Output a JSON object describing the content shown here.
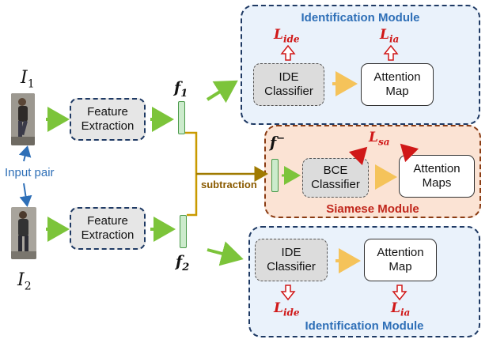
{
  "inputs": {
    "img1_label": "I",
    "img1_sub": "1",
    "img2_label": "I",
    "img2_sub": "2",
    "pair_label": "Input pair"
  },
  "feature_extraction": {
    "top_label": "Feature Extraction",
    "bottom_label": "Feature Extraction"
  },
  "features": {
    "f1": "f",
    "f1_sub": "1",
    "f2": "f",
    "f2_sub": "2",
    "fminus": "f",
    "fminus_sup": "−"
  },
  "subtraction_label": "subtraction",
  "top_module": {
    "title": "Identification Module",
    "classifier": "IDE Classifier",
    "attention": "Attention Map",
    "loss_ide": "L",
    "loss_ide_sub": "ide",
    "loss_ia": "L",
    "loss_ia_sub": "ia"
  },
  "siamese_module": {
    "title": "Siamese Module",
    "classifier": "BCE Classifier",
    "attention": "Attention Maps",
    "loss_sa": "L",
    "loss_sa_sub": "sa"
  },
  "bottom_module": {
    "title": "Identification Module",
    "classifier": "IDE Classifier",
    "attention": "Attention Map",
    "loss_ide": "L",
    "loss_ide_sub": "ide",
    "loss_ia": "L",
    "loss_ia_sub": "ia"
  },
  "colors": {
    "module_border": "#1f3a64",
    "module_fill": "#eaf2fb",
    "siamese_fill": "#fbe3d4",
    "loss_red": "#d01818",
    "arrow_green": "#7cc43a",
    "arrow_orange": "#f5c35a",
    "subtraction_brown": "#a07a00"
  }
}
